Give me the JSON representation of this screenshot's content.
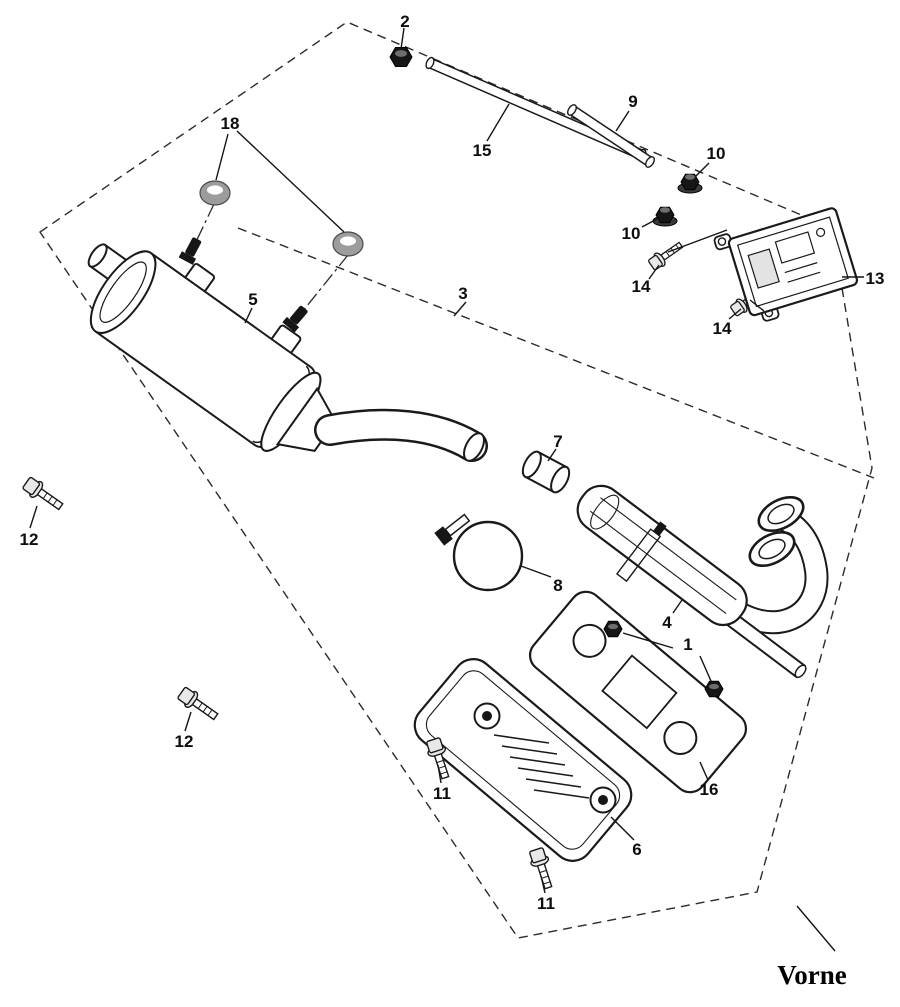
{
  "colors": {
    "background": "#ffffff",
    "line": "#1a1a1a",
    "gasket_fill": "#9c9c9c",
    "hardware_fill": "#161616"
  },
  "diagram": {
    "orientation_label": "Vorne",
    "part_labels": [
      {
        "ref": "2"
      },
      {
        "ref": "9"
      },
      {
        "ref": "15"
      },
      {
        "ref": "10"
      },
      {
        "ref": "10"
      },
      {
        "ref": "14"
      },
      {
        "ref": "13"
      },
      {
        "ref": "14"
      },
      {
        "ref": "18"
      },
      {
        "ref": "5"
      },
      {
        "ref": "3"
      },
      {
        "ref": "7"
      },
      {
        "ref": "12"
      },
      {
        "ref": "8"
      },
      {
        "ref": "4"
      },
      {
        "ref": "1"
      },
      {
        "ref": "12"
      },
      {
        "ref": "11"
      },
      {
        "ref": "16"
      },
      {
        "ref": "6"
      },
      {
        "ref": "11"
      }
    ]
  }
}
